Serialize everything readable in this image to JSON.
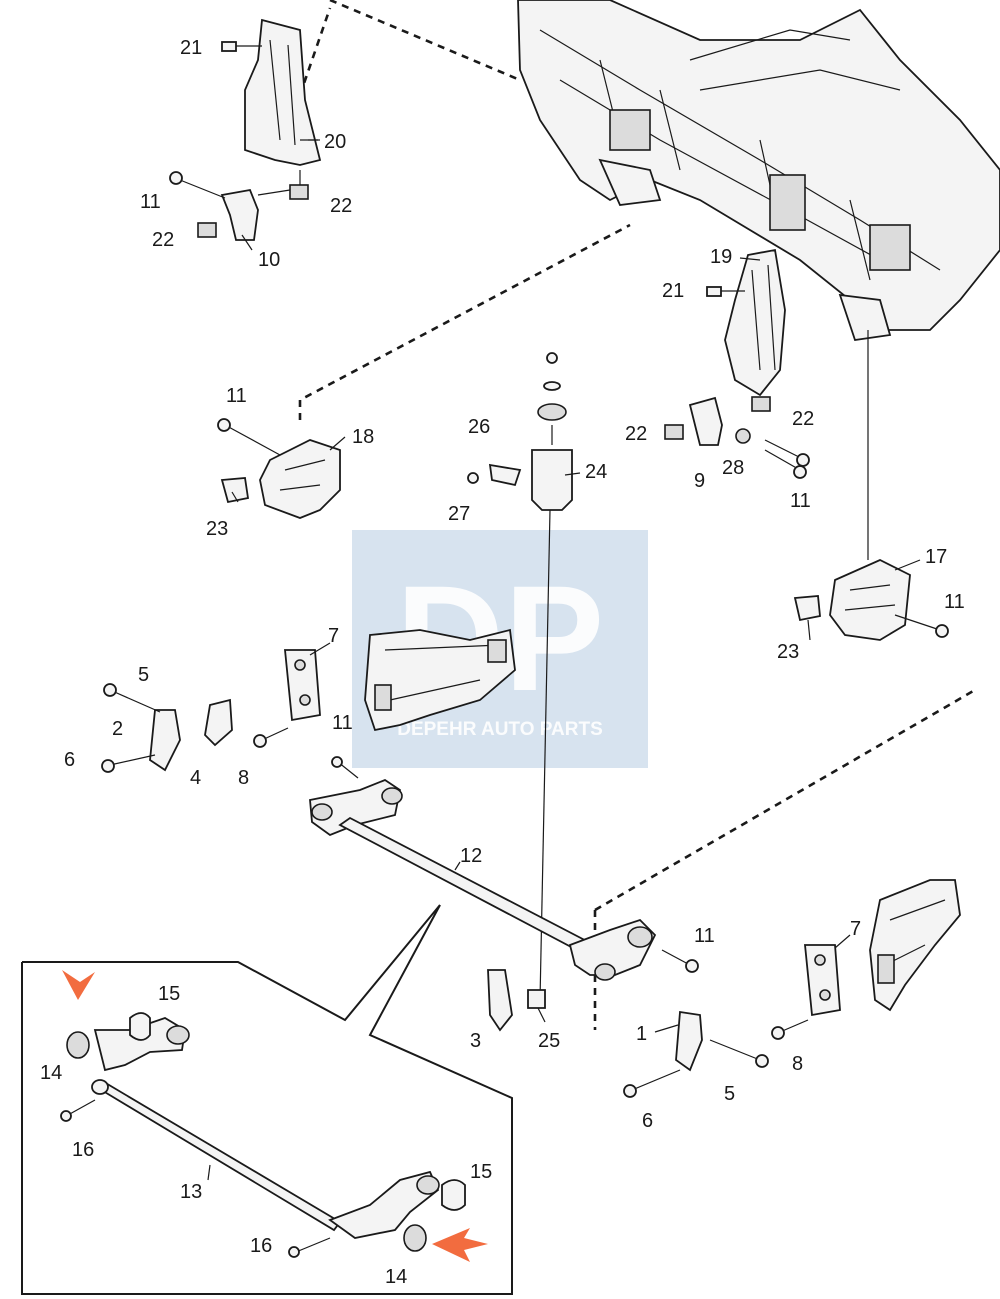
{
  "watermark": {
    "logo": "DP",
    "text": "DEPEHR AUTO PARTS",
    "color": "#c9d9ea"
  },
  "accent_color": "#f26c3f",
  "callouts": {
    "c21a": "21",
    "c20": "20",
    "c11a": "11",
    "c22a": "22",
    "c22b": "22",
    "c10": "10",
    "c19": "19",
    "c21b": "21",
    "c11b": "11",
    "c18": "18",
    "c23a": "23",
    "c26": "26",
    "c27": "27",
    "c24": "24",
    "c22c": "22",
    "c22d": "22",
    "c28": "28",
    "c9": "9",
    "c11c": "11",
    "c17": "17",
    "c11d": "11",
    "c23b": "23",
    "c7a": "7",
    "c5a": "5",
    "c2": "2",
    "c6a": "6",
    "c4": "4",
    "c8a": "8",
    "c11e": "11",
    "c12": "12",
    "c11f": "11",
    "c7b": "7",
    "c3": "3",
    "c25": "25",
    "c1": "1",
    "c8b": "8",
    "c5b": "5",
    "c6b": "6",
    "c15a": "15",
    "c14a": "14",
    "c16a": "16",
    "c13": "13",
    "c15b": "15",
    "c16b": "16",
    "c14b": "14"
  }
}
